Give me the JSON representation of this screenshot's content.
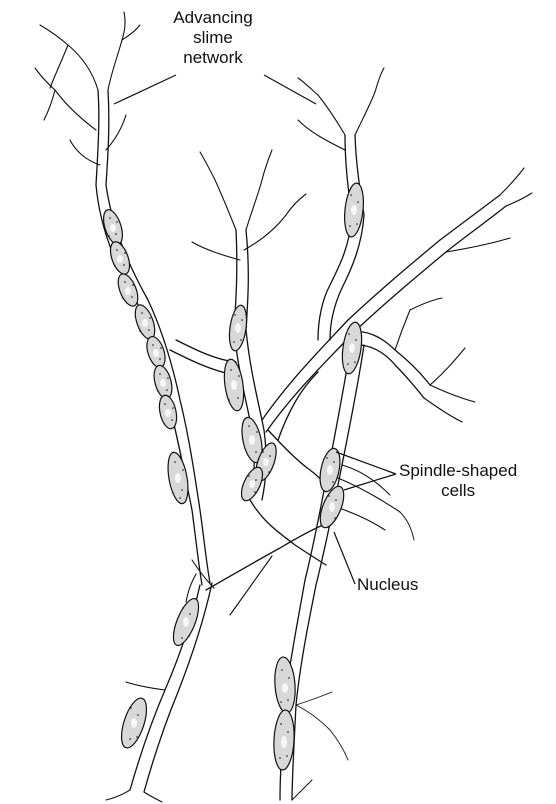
{
  "figure": {
    "labels": {
      "advancing": [
        "Advancing",
        "slime",
        "network"
      ],
      "spindle": [
        "Spindle-shaped",
        "cells"
      ],
      "nucleus": "Nucleus"
    },
    "colors": {
      "ink": "#111111",
      "cell_fill": "#d8d8d8",
      "nucleus_fill": "#f7f7f7",
      "background": "#ffffff"
    }
  }
}
